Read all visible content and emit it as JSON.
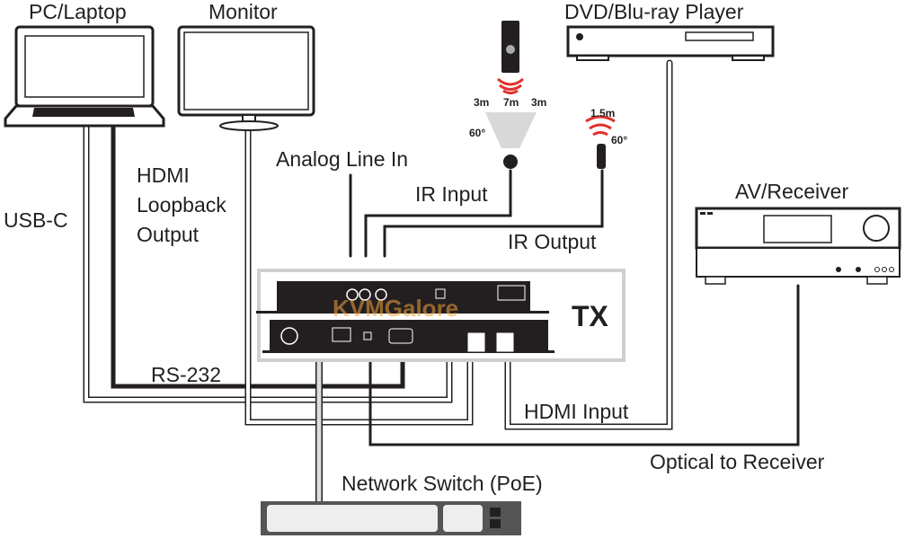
{
  "devices": {
    "pc": "PC/Laptop",
    "monitor": "Monitor",
    "dvd": "DVD/Blu-ray Player",
    "av_receiver": "AV/Receiver",
    "network_switch": "Network Switch (PoE)",
    "tx": "TX"
  },
  "connections": {
    "usb_c": "USB-C",
    "hdmi_loopback": [
      "HDMI",
      "Loopback",
      "Output"
    ],
    "analog_line_in": "Analog Line In",
    "ir_input": "IR Input",
    "ir_output": "IR Output",
    "rs232": "RS-232",
    "hdmi_input": "HDMI Input",
    "optical": "Optical to Receiver"
  },
  "ir_remote": {
    "ranges": [
      "3m",
      "7m",
      "3m"
    ],
    "angle": "60°"
  },
  "ir_emitter": {
    "range": "1.5m",
    "angle": "60°"
  },
  "watermark": "KVMGalore",
  "colors": {
    "line": "#231f20",
    "ir_red": "#e0312b",
    "watermark": "#f2a23a",
    "device_dark": "#231f20",
    "frame_gray": "#cfcfcf"
  }
}
